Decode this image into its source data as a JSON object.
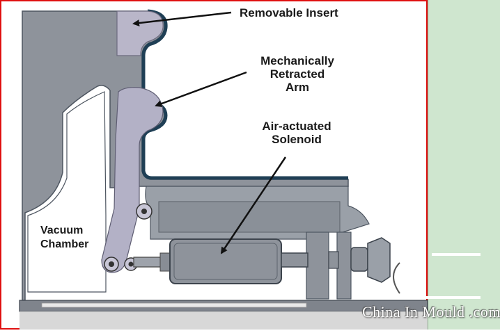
{
  "labels": {
    "removable_insert": "Removable Insert",
    "retracted_arm": [
      "Mechanically",
      "Retracted",
      "Arm"
    ],
    "solenoid": [
      "Air-actuated",
      "Solenoid"
    ],
    "vacuum_chamber": [
      "Vacuum",
      "Chamber"
    ]
  },
  "watermark": "China In Mould .com",
  "colors": {
    "mold_body": "#8e939b",
    "mold_light": "#a8adb6",
    "insert": "#b9b6c9",
    "arm": "#b3b1c6",
    "outline": "#1f3f55",
    "frame": "#e01010",
    "side_panel": "#cfe6cf",
    "leader": "#111111"
  }
}
